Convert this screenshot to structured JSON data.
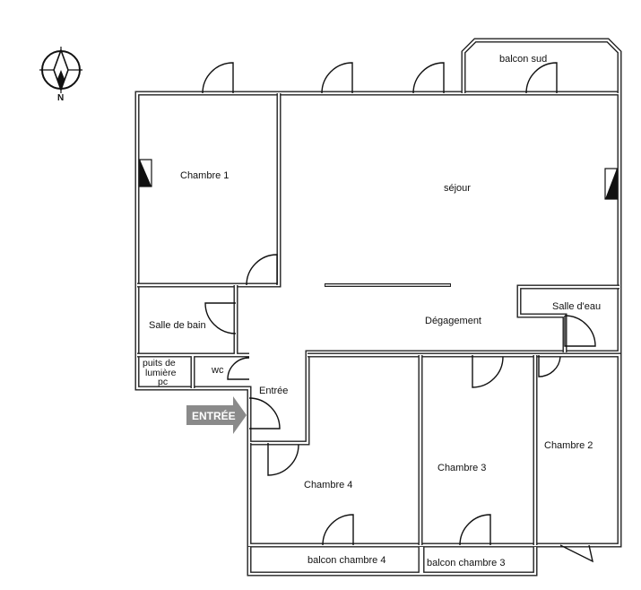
{
  "rooms": {
    "chambre1": "Chambre 1",
    "sejour": "séjour",
    "balcon_sud": "balcon sud",
    "salle_de_bain": "Salle de bain",
    "salle_deau": "Salle d'eau",
    "degagement": "Dégagement",
    "puits_line1": "puits de",
    "puits_line2": "lumière",
    "puits_line3": "pc",
    "wc": "wc",
    "entree": "Entrée",
    "chambre4": "Chambre 4",
    "chambre3": "Chambre 3",
    "chambre2": "Chambre 2",
    "balcon_chambre4": "balcon chambre 4",
    "balcon_chambre3": "balcon chambre 3"
  },
  "entry_arrow": {
    "label": "ENTRÉE",
    "color": "#8a8a8a"
  },
  "compass": {
    "north_letter": "N",
    "icon": "compass-north-icon"
  },
  "colors": {
    "wall": "#222222",
    "background": "#ffffff",
    "text": "#111111"
  }
}
